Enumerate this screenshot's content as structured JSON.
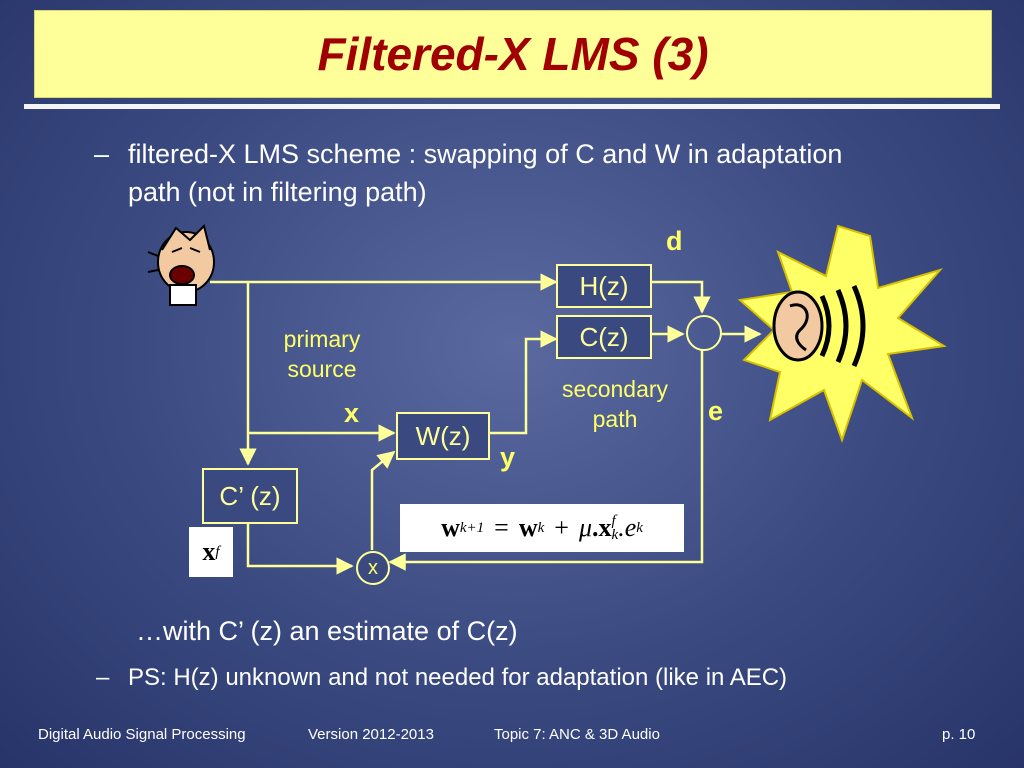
{
  "title": "Filtered-X LMS (3)",
  "bullet1": {
    "dash": "–",
    "text": "filtered-X LMS scheme : swapping of C and W in adaptation path (not in filtering path)"
  },
  "diagram": {
    "d": "d",
    "e": "e",
    "x": "x",
    "y": "y",
    "primary": "primary",
    "source": "source",
    "secondary": "secondary",
    "path": "path",
    "h_box": "H(z)",
    "c_box": "C(z)",
    "w_box": "W(z)",
    "cprime_box": "C’ (z)",
    "multiplier": "x",
    "xf_symbol": "x",
    "xf_superscript": "f",
    "equation": {
      "w1": "w",
      "sub1": "k+1",
      "eq": "=",
      "w2": "w",
      "sub2": "k",
      "plus": "+",
      "mu": "μ",
      "x": ".x",
      "sup3": "f",
      "sub3": "k",
      "e": ".e",
      "sub4": "k"
    }
  },
  "subline": "…with C’ (z) an estimate of C(z)",
  "bullet2": {
    "dash": "–",
    "text": "PS: H(z) unknown and not needed for adaptation (like in AEC)"
  },
  "footer": {
    "course": "Digital Audio Signal Processing",
    "version": "Version 2012-2013",
    "topic": "Topic 7: ANC & 3D Audio",
    "page": "p. 10"
  }
}
